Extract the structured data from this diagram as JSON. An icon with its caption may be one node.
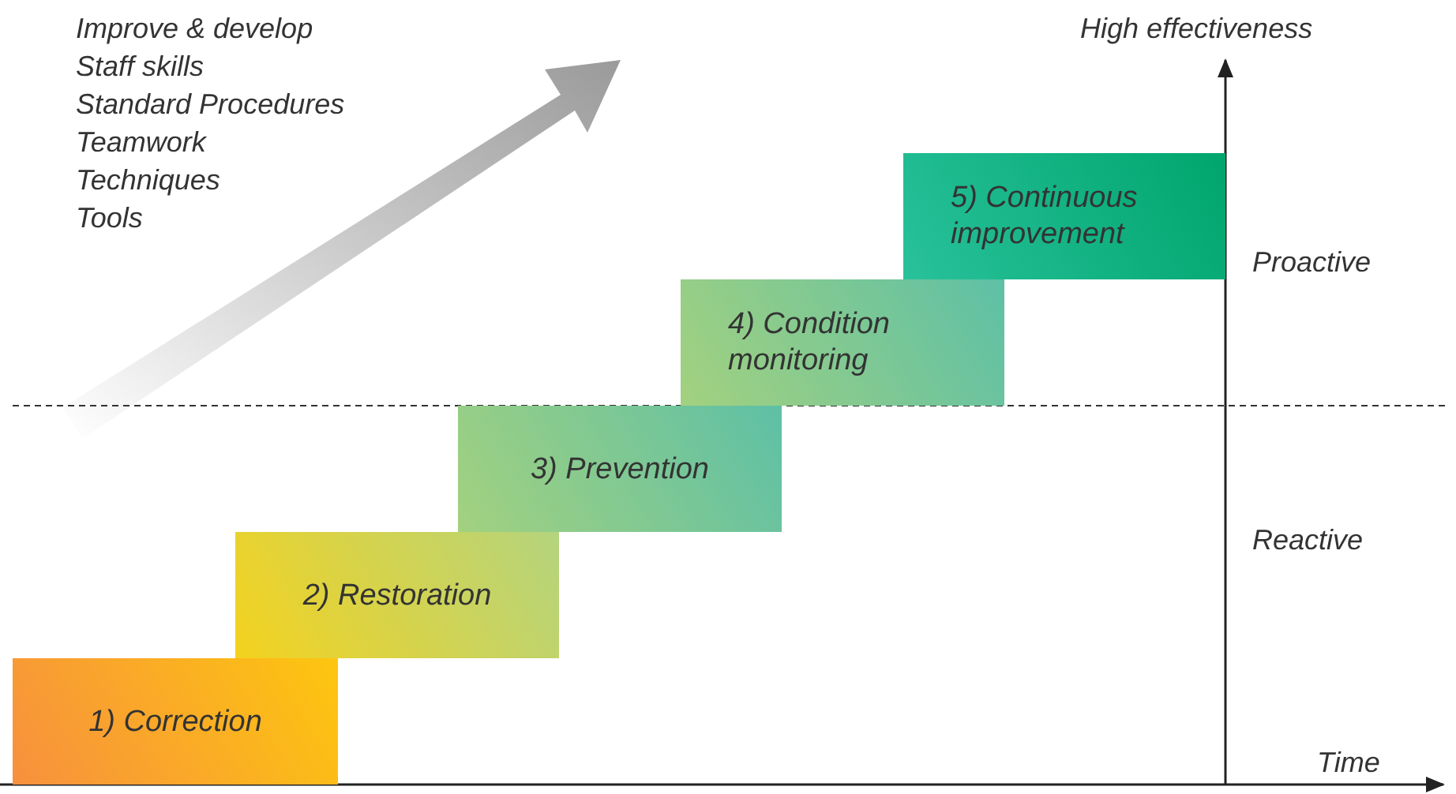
{
  "diagram": {
    "nodes": [
      {
        "text": [
          "1) Correction"
        ]
      },
      {
        "text": [
          "2) Restoration"
        ]
      },
      {
        "text": [
          "3) Prevention"
        ]
      },
      {
        "text": [
          "4) Condition monitoring"
        ]
      },
      {
        "text": [
          "5) Continuous improvement"
        ]
      }
    ],
    "labels": [
      "Improve & develop",
      "Staff skills",
      "Standard Procedures",
      "Teamwork",
      "Techniques",
      "Tools",
      "High effectiveness",
      "Proactive",
      "Reactive",
      "Time"
    ]
  }
}
